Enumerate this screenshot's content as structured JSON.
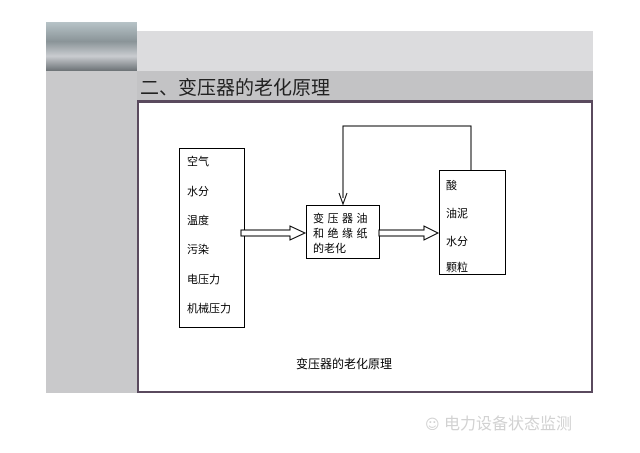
{
  "slide": {
    "title": "二、变压器的老化原理",
    "causes": [
      "空气",
      "水分",
      "温度",
      "污染",
      "电压力",
      "机械压力"
    ],
    "center_lines": [
      "变 压 器 油",
      "和 绝 缘 纸",
      "的老化"
    ],
    "products": [
      "酸",
      "油泥",
      "水分",
      "颗粒"
    ],
    "caption": "变压器的老化原理"
  },
  "watermark": "电力设备状态监测"
}
